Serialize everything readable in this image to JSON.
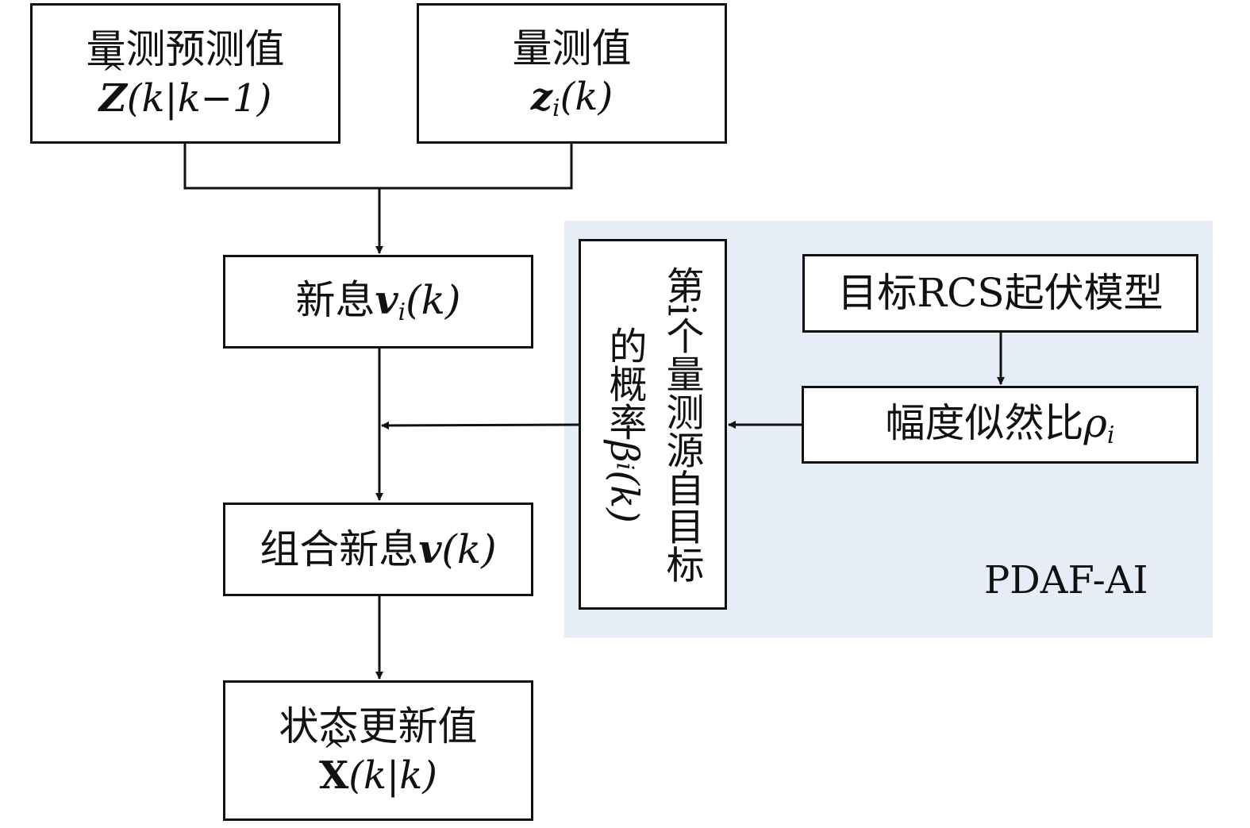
{
  "nodes": {
    "predicted_measurement": {
      "label": "量测预测值",
      "symbol": "Z",
      "args": "(k|k−1)"
    },
    "measurement": {
      "label": "量测值",
      "symbol": "z",
      "sub": "i",
      "args": "(k)"
    },
    "innovation": {
      "label": "新息",
      "symbol": "v",
      "sub": "i",
      "args": "(k)"
    },
    "combined_innovation": {
      "label": "组合新息",
      "symbol": "v",
      "args": "(k)"
    },
    "state_update": {
      "label": "状态更新值",
      "symbol": "X",
      "args": "(k|k)"
    },
    "association_probability": {
      "label_line1": "第i个量测源自目标",
      "label_line2": "的概率",
      "symbol": "β",
      "sub": "i",
      "args": "(k)"
    },
    "rcs_model": {
      "label": "目标RCS起伏模型"
    },
    "amplitude_ratio": {
      "label": "幅度似然比",
      "symbol": "ρ",
      "sub": "i"
    }
  },
  "panel": {
    "label": "PDAF-AI",
    "fill": "#e6edf7"
  },
  "edges": [
    {
      "from": "predicted_measurement",
      "to": "innovation"
    },
    {
      "from": "measurement",
      "to": "innovation"
    },
    {
      "from": "innovation",
      "to": "combined_innovation"
    },
    {
      "from": "association_probability",
      "to": "combined_innovation"
    },
    {
      "from": "rcs_model",
      "to": "amplitude_ratio"
    },
    {
      "from": "amplitude_ratio",
      "to": "association_probability"
    },
    {
      "from": "combined_innovation",
      "to": "state_update"
    }
  ]
}
